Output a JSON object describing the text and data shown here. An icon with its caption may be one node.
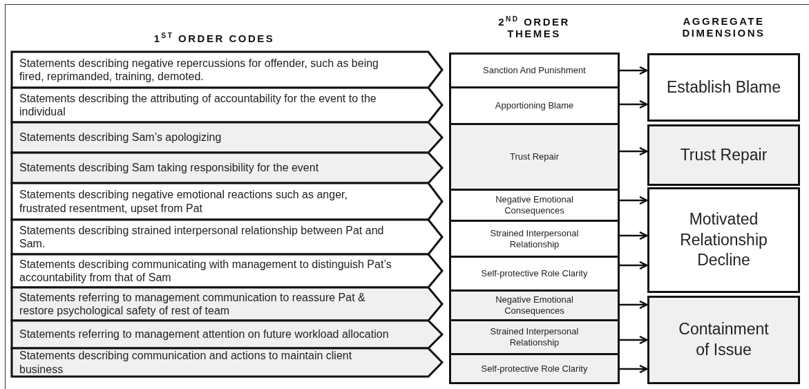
{
  "diagram": {
    "nodes": [
      {
        "text": [
          "Statements describing negative repercussions for offender, such as being fired, reprimanded, training, demoted."
        ]
      },
      {
        "text": [
          "Statements describing the attributing of accountability for the event to the individual"
        ]
      },
      {
        "text": [
          "Statements describing Sam’s apologizing"
        ]
      },
      {
        "text": [
          "Statements describing Sam taking responsibility for the event"
        ]
      },
      {
        "text": [
          "Statements describing negative emotional reactions such as anger, frustrated resentment, upset from Pat"
        ]
      },
      {
        "text": [
          "Statements describing strained interpersonal relationship between Pat and Sam."
        ]
      },
      {
        "text": [
          "Statements describing communicating with management to distinguish Pat’s accountability from that of Sam"
        ]
      },
      {
        "text": [
          "Statements referring to management communication to reassure Pat & restore psychological safety of rest of team"
        ]
      },
      {
        "text": [
          "Statements referring to management attention on future workload allocation"
        ]
      },
      {
        "text": [
          "Statements describing communication and actions to maintain client business"
        ]
      },
      {
        "text": [
          "Sanction And Punishment"
        ]
      },
      {
        "text": [
          "Apportioning Blame"
        ]
      },
      {
        "text": [
          "Trust Repair"
        ]
      },
      {
        "text": [
          "Negative Emotional Consequences"
        ]
      },
      {
        "text": [
          "Strained Interpersonal Relationship"
        ]
      },
      {
        "text": [
          "Self-protective Role Clarity"
        ]
      },
      {
        "text": [
          "Negative Emotional Consequences"
        ]
      },
      {
        "text": [
          "Strained Interpersonal Relationship"
        ]
      },
      {
        "text": [
          "Self-protective Role Clarity"
        ]
      },
      {
        "text": [
          "Establish Blame"
        ]
      },
      {
        "text": [
          "Trust Repair"
        ]
      },
      {
        "text": [
          "Motivated Relationship Decline"
        ]
      },
      {
        "text": [
          "Containment of Issue"
        ]
      }
    ],
    "edges": [
      {
        "from": 10,
        "to": 19,
        "arrow": "to"
      },
      {
        "from": 11,
        "to": 19,
        "arrow": "to"
      },
      {
        "from": 12,
        "to": 20,
        "arrow": "to"
      },
      {
        "from": 13,
        "to": 21,
        "arrow": "to"
      },
      {
        "from": 14,
        "to": 21,
        "arrow": "to"
      },
      {
        "from": 15,
        "to": 21,
        "arrow": "to"
      },
      {
        "from": 16,
        "to": 22,
        "arrow": "to"
      },
      {
        "from": 17,
        "to": 22,
        "arrow": "to"
      },
      {
        "from": 18,
        "to": 22,
        "arrow": "to"
      }
    ],
    "labels": [
      "1$^{ST}$ ORDER CODES",
      "2$^{ND}$ ORDER THEMES",
      "AGGREGATE DIMENSIONS"
    ]
  }
}
